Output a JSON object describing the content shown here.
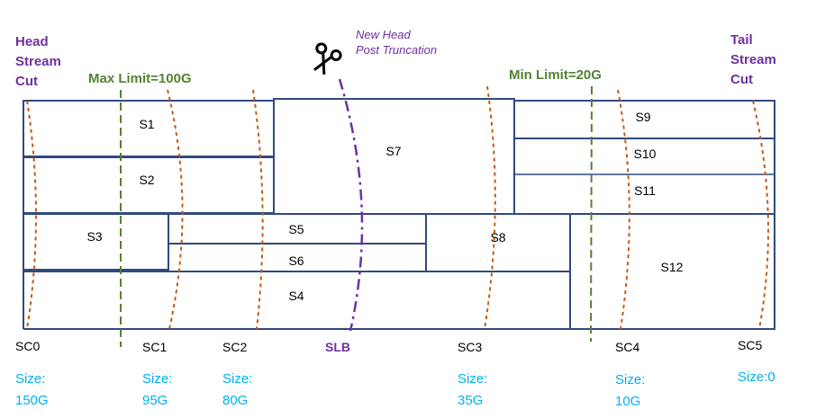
{
  "head_cut": {
    "line1": "Head",
    "line2": "Stream",
    "line3": "Cut"
  },
  "tail_cut": {
    "line1": "Tail",
    "line2": "Stream",
    "line3": "Cut"
  },
  "max_limit": "Max Limit=100G",
  "min_limit": "Min Limit=20G",
  "new_head": {
    "line1": "New Head",
    "line2": "Post Truncation"
  },
  "segments": {
    "s1": "S1",
    "s2": "S2",
    "s3": "S3",
    "s4": "S4",
    "s5": "S5",
    "s6": "S6",
    "s7": "S7",
    "s8": "S8",
    "s9": "S9",
    "s10": "S10",
    "s11": "S11",
    "s12": "S12"
  },
  "cuts": [
    {
      "name": "SC0",
      "size_label": "Size:",
      "size_value": "150G"
    },
    {
      "name": "SC1",
      "size_label": "Size:",
      "size_value": "95G"
    },
    {
      "name": "SC2",
      "size_label": "Size:",
      "size_value": "80G"
    },
    {
      "name": "SC3",
      "size_label": "Size:",
      "size_value": "35G"
    },
    {
      "name": "SC4",
      "size_label": "Size:",
      "size_value": "10G"
    },
    {
      "name": "SC5",
      "size_label": "Size:0",
      "size_value": ""
    }
  ],
  "slb": "SLB",
  "colors": {
    "border": "#2f4a7e",
    "cut_line": "#c55a11",
    "limit_line": "#548235",
    "slb_line": "#7030a0",
    "size_text": "#00b0f0"
  }
}
